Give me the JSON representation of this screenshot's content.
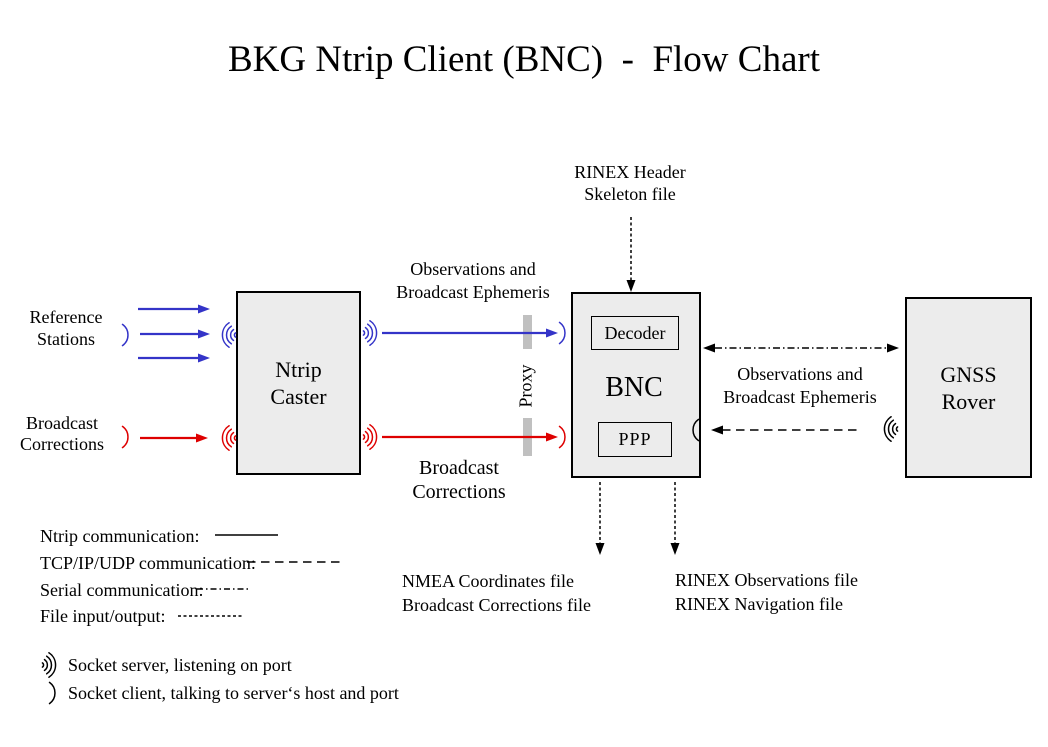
{
  "title": "BKG Ntrip Client (BNC)  -  Flow Chart",
  "colors": {
    "arrow_blue": "#3434C8",
    "arrow_red": "#DE0000",
    "line_black": "#000000",
    "box_fill": "#ECECEC",
    "box_border": "#000000",
    "proxy_bar": "#C0C0C0"
  },
  "inputs": {
    "reference_stations": "Reference\nStations",
    "broadcast_corrections": "Broadcast\nCorrections"
  },
  "boxes": {
    "ntrip_caster": "Ntrip\nCaster",
    "bnc": "BNC",
    "decoder": "Decoder",
    "ppp": "PPP",
    "gnss_rover": "GNSS\nRover"
  },
  "flow_labels": {
    "obs_ephemeris_top": "Observations and\nBroadcast Ephemeris",
    "proxy": "Proxy",
    "broadcast_corrections_stream": "Broadcast\nCorrections",
    "rinex_header_skeleton": "RINEX Header\nSkeleton file",
    "obs_ephemeris_rover": "Observations and\nBroadcast Ephemeris",
    "nmea_output_files": "NMEA Coordinates file\nBroadcast Corrections file",
    "rinex_output_files": "RINEX Observations file\nRINEX Navigation file"
  },
  "legend": {
    "line_types": [
      {
        "label": "Ntrip communication:",
        "style": "solid"
      },
      {
        "label": "TCP/IP/UDP communication:",
        "style": "dashed"
      },
      {
        "label": "Serial communication:",
        "style": "dash-dot"
      },
      {
        "label": "File input/output:",
        "style": "fine-dash"
      }
    ],
    "sockets": [
      {
        "symbol": "socket-server",
        "label": "Socket server, listening on port"
      },
      {
        "symbol": "socket-client",
        "label": "Socket client, talking to server‘s host and port"
      }
    ]
  }
}
